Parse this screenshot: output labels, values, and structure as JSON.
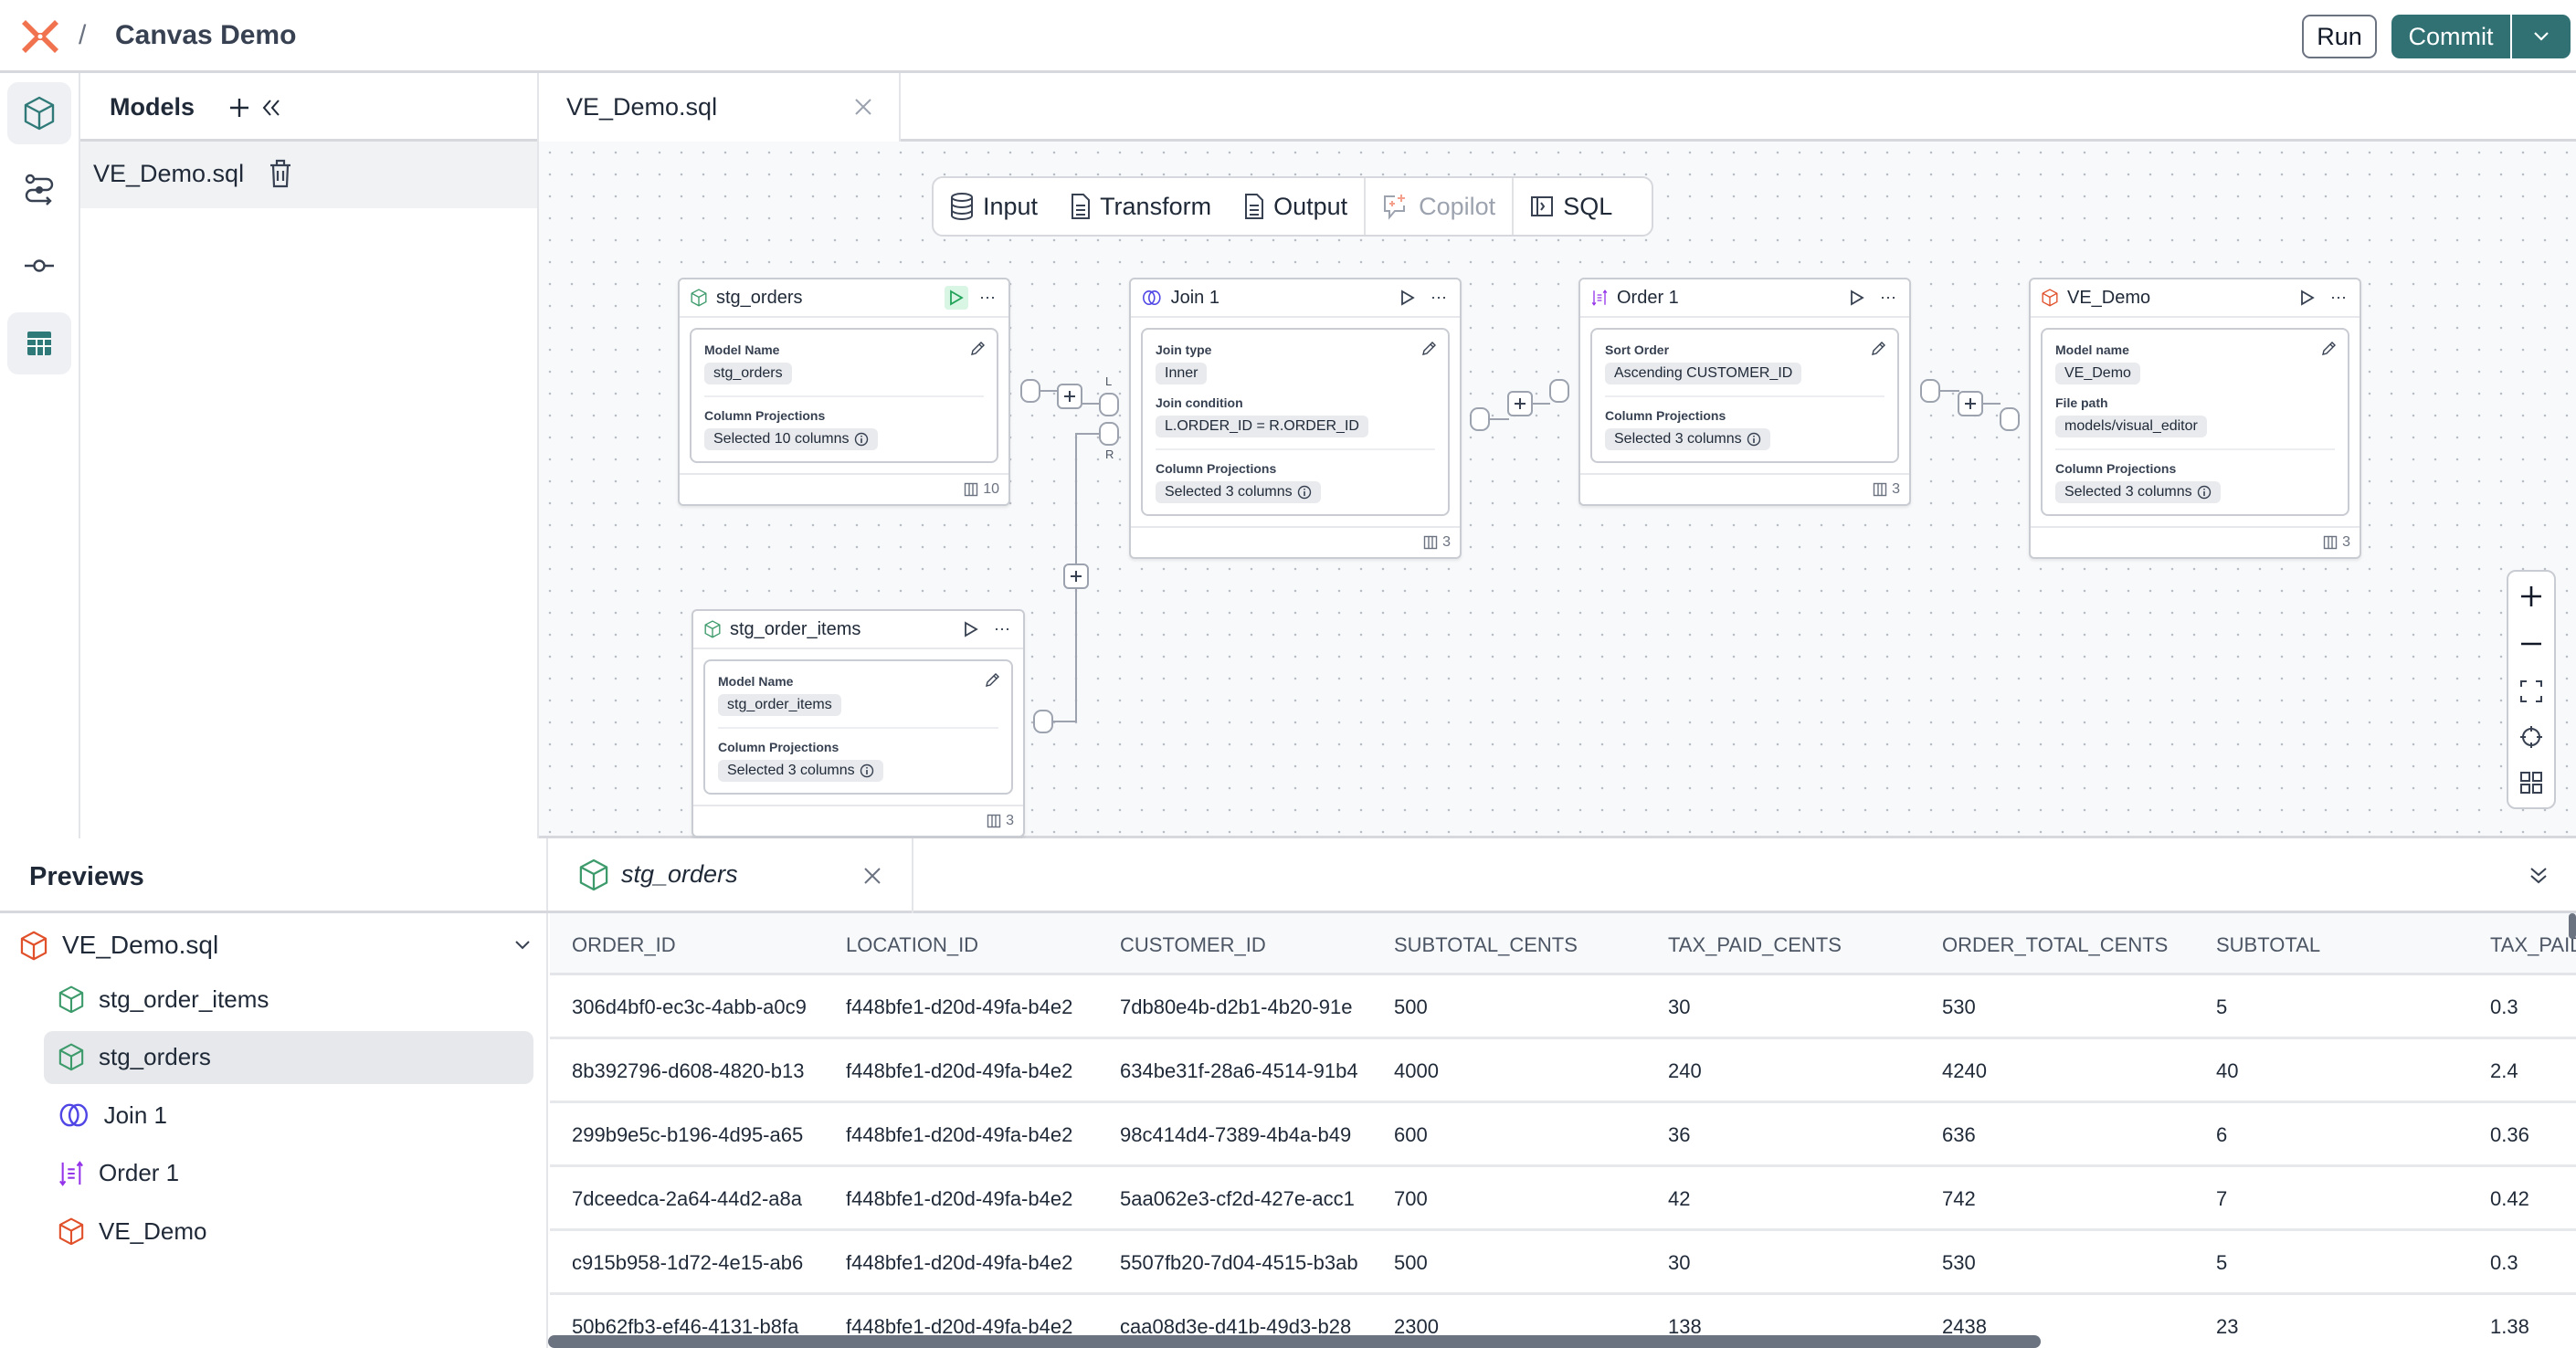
{
  "header": {
    "breadcrumb_separator": "/",
    "title": "Canvas Demo",
    "run_label": "Run",
    "commit_label": "Commit",
    "logo_color": "#f0724f"
  },
  "colors": {
    "brand": "#317174",
    "model": "#3d9b6b",
    "join": "#4f46e5",
    "order": "#9333ea",
    "output": "#e0502a"
  },
  "rail": {
    "items": [
      {
        "icon": "cube-icon",
        "active": true
      },
      {
        "icon": "transform-flow-icon",
        "active": false
      },
      {
        "icon": "commit-node-icon",
        "active": false
      },
      {
        "icon": "table-grid-icon",
        "active": true
      }
    ]
  },
  "models_panel": {
    "title": "Models",
    "files": [
      {
        "label": "VE_Demo.sql"
      }
    ]
  },
  "editor": {
    "tabs": [
      {
        "label": "VE_Demo.sql"
      }
    ]
  },
  "toolbar": {
    "items": [
      {
        "label": "Input",
        "icon": "database-icon",
        "disabled": false
      },
      {
        "label": "Transform",
        "icon": "document-icon",
        "disabled": false
      },
      {
        "label": "Output",
        "icon": "document-icon",
        "disabled": false
      },
      {
        "label": "Copilot",
        "icon": "copilot-sparkle-icon",
        "disabled": true
      },
      {
        "label": "SQL",
        "icon": "sql-panel-icon",
        "disabled": false
      }
    ]
  },
  "nodes": [
    {
      "id": "stg_orders",
      "title": "stg_orders",
      "kind": "model",
      "run_highlighted": true,
      "config": [
        {
          "label": "Model Name",
          "value": "stg_orders"
        }
      ],
      "projections": {
        "label": "Column Projections",
        "value": "Selected 10 columns"
      },
      "column_count": "10"
    },
    {
      "id": "join_1",
      "title": "Join 1",
      "kind": "join",
      "run_highlighted": false,
      "config": [
        {
          "label": "Join type",
          "value": "Inner"
        },
        {
          "label": "Join condition",
          "value": "L.ORDER_ID = R.ORDER_ID"
        }
      ],
      "projections": {
        "label": "Column Projections",
        "value": "Selected 3 columns"
      },
      "column_count": "3"
    },
    {
      "id": "order_1",
      "title": "Order 1",
      "kind": "order",
      "run_highlighted": false,
      "config": [
        {
          "label": "Sort Order",
          "value": "Ascending CUSTOMER_ID"
        }
      ],
      "projections": {
        "label": "Column Projections",
        "value": "Selected 3 columns"
      },
      "column_count": "3"
    },
    {
      "id": "ve_demo",
      "title": "VE_Demo",
      "kind": "output",
      "run_highlighted": false,
      "config": [
        {
          "label": "Model name",
          "value": "VE_Demo"
        },
        {
          "label": "File path",
          "value": "models/visual_editor"
        }
      ],
      "projections": {
        "label": "Column Projections",
        "value": "Selected 3 columns"
      },
      "column_count": "3"
    },
    {
      "id": "stg_order_items",
      "title": "stg_order_items",
      "kind": "model",
      "run_highlighted": false,
      "config": [
        {
          "label": "Model Name",
          "value": "stg_order_items"
        }
      ],
      "projections": {
        "label": "Column Projections",
        "value": "Selected 3 columns"
      },
      "column_count": "3"
    }
  ],
  "join_handles": {
    "left": "L",
    "right": "R"
  },
  "previews": {
    "title": "Previews",
    "root": {
      "label": "VE_Demo.sql",
      "kind": "output"
    },
    "items": [
      {
        "label": "stg_order_items",
        "kind": "model",
        "selected": false
      },
      {
        "label": "stg_orders",
        "kind": "model",
        "selected": true
      },
      {
        "label": "Join 1",
        "kind": "join",
        "selected": false
      },
      {
        "label": "Order 1",
        "kind": "order",
        "selected": false
      },
      {
        "label": "VE_Demo",
        "kind": "output",
        "selected": false
      }
    ],
    "tab": {
      "label": "stg_orders"
    }
  },
  "table": {
    "columns": [
      "ORDER_ID",
      "LOCATION_ID",
      "CUSTOMER_ID",
      "SUBTOTAL_CENTS",
      "TAX_PAID_CENTS",
      "ORDER_TOTAL_CENTS",
      "SUBTOTAL",
      "TAX_PAID"
    ],
    "rows": [
      [
        "306d4bf0-ec3c-4abb-a0c9",
        "f448bfe1-d20d-49fa-b4e2",
        "7db80e4b-d2b1-4b20-91e",
        "500",
        "30",
        "530",
        "5",
        "0.3"
      ],
      [
        "8b392796-d608-4820-b13",
        "f448bfe1-d20d-49fa-b4e2",
        "634be31f-28a6-4514-91b4",
        "4000",
        "240",
        "4240",
        "40",
        "2.4"
      ],
      [
        "299b9e5c-b196-4d95-a65",
        "f448bfe1-d20d-49fa-b4e2",
        "98c414d4-7389-4b4a-b49",
        "600",
        "36",
        "636",
        "6",
        "0.36"
      ],
      [
        "7dceedca-2a64-44d2-a8a",
        "f448bfe1-d20d-49fa-b4e2",
        "5aa062e3-cf2d-427e-acc1",
        "700",
        "42",
        "742",
        "7",
        "0.42"
      ],
      [
        "c915b958-1d72-4e15-ab6",
        "f448bfe1-d20d-49fa-b4e2",
        "5507fb20-7d04-4515-b3ab",
        "500",
        "30",
        "530",
        "5",
        "0.3"
      ],
      [
        "50b62fb3-ef46-4131-b8fa",
        "f448bfe1-d20d-49fa-b4e2",
        "caa08d3e-d41b-49d3-b28",
        "2300",
        "138",
        "2438",
        "23",
        "1.38"
      ]
    ]
  }
}
